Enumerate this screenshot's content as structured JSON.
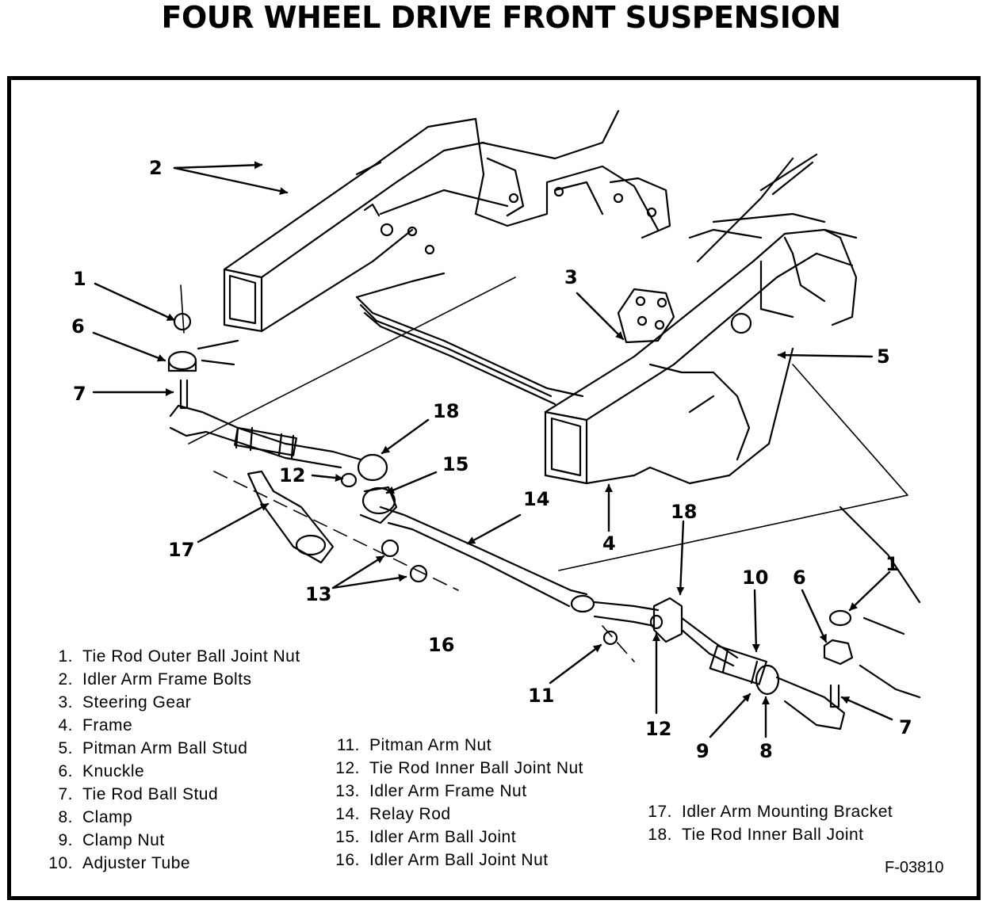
{
  "title": "FOUR WHEEL DRIVE FRONT SUSPENSION",
  "figure_code": "F-03810",
  "callouts": {
    "c2": "2",
    "c1_left": "1",
    "c6_left": "6",
    "c7_left": "7",
    "c3": "3",
    "c5": "5",
    "c18_upper": "18",
    "c12_upper": "12",
    "c15": "15",
    "c14": "14",
    "c17": "17",
    "c4": "4",
    "c13": "13",
    "c16": "16",
    "c18_lower": "18",
    "c10": "10",
    "c6_right": "6",
    "c1_right": "1",
    "c11": "11",
    "c12_lower": "12",
    "c9": "9",
    "c8": "8",
    "c7_right": "7"
  },
  "legend_col1": [
    {
      "num": "1.",
      "label": "Tie Rod Outer Ball Joint Nut"
    },
    {
      "num": "2.",
      "label": "Idler Arm Frame Bolts"
    },
    {
      "num": "3.",
      "label": "Steering Gear"
    },
    {
      "num": "4.",
      "label": "Frame"
    },
    {
      "num": "5.",
      "label": "Pitman Arm Ball Stud"
    },
    {
      "num": "6.",
      "label": "Knuckle"
    },
    {
      "num": "7.",
      "label": "Tie Rod Ball Stud"
    },
    {
      "num": "8.",
      "label": "Clamp"
    },
    {
      "num": "9.",
      "label": "Clamp Nut"
    },
    {
      "num": "10.",
      "label": "Adjuster Tube"
    }
  ],
  "legend_col2": [
    {
      "num": "11.",
      "label": "Pitman Arm Nut"
    },
    {
      "num": "12.",
      "label": "Tie Rod Inner Ball Joint Nut"
    },
    {
      "num": "13.",
      "label": "Idler Arm Frame Nut"
    },
    {
      "num": "14.",
      "label": "Relay Rod"
    },
    {
      "num": "15.",
      "label": "Idler Arm Ball Joint"
    },
    {
      "num": "16.",
      "label": "Idler Arm Ball Joint Nut"
    }
  ],
  "legend_col3": [
    {
      "num": "17.",
      "label": "Idler Arm Mounting Bracket"
    },
    {
      "num": "18.",
      "label": "Tie Rod Inner Ball Joint"
    }
  ]
}
